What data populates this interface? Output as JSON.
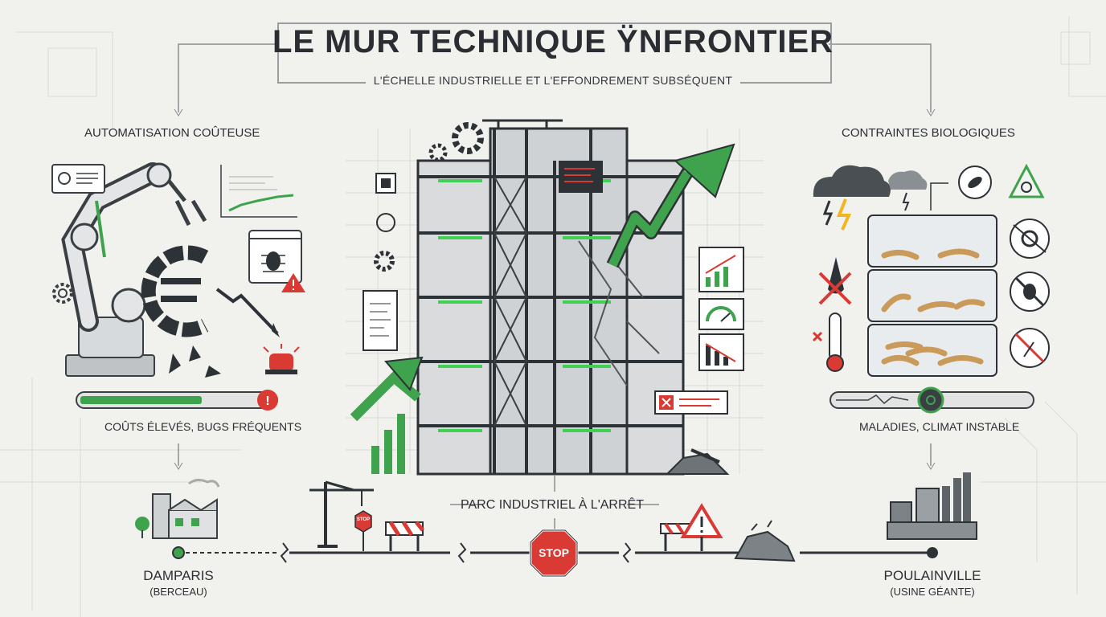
{
  "header": {
    "title": "LE MUR TECHNIQUE ŸNFRONTIER",
    "subtitle": "L'ÉCHELLE INDUSTRIELLE ET L'EFFONDREMENT SUBSÉQUENT"
  },
  "left_panel": {
    "heading": "AUTOMATISATION COÛTEUSE",
    "caption": "COÛTS ÉLEVÉS, BUGS FRÉQUENTS",
    "progress_fraction": 0.7
  },
  "right_panel": {
    "heading": "CONTRAINTES BIOLOGIQUES",
    "caption": "MALADIES, CLIMAT INSTABLE"
  },
  "center": {
    "caption": "PARC INDUSTRIEL À L'ARRÊT",
    "stop_sign": "STOP",
    "small_stop_sign": "STOP"
  },
  "timeline": {
    "start_city": "DAMPARIS",
    "start_note": "(BERCEAU)",
    "end_city": "POULAINVILLE",
    "end_note": "(USINE GÉANTE)"
  },
  "colors": {
    "accent_green": "#3fa34d",
    "alert_red": "#d93a34",
    "dark_steel": "#3a3f44",
    "background": "#f1f1ee"
  }
}
